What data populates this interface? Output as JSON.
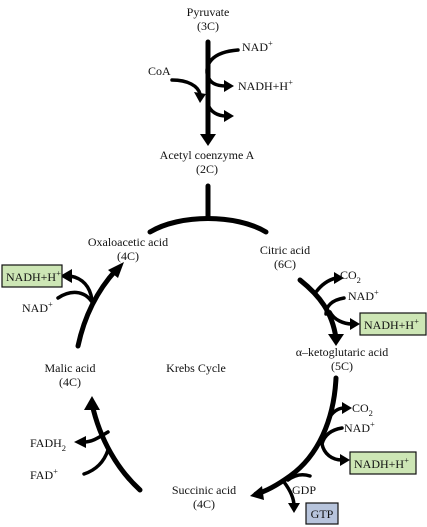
{
  "labels": {
    "pyruvate": "Pyruvate",
    "pyruvate_c": "(3C)",
    "nad_top": "NAD",
    "coa": "CoA",
    "nadh_top": "NADH+H",
    "acetyl": "Acetyl coenzyme A",
    "acetyl_c": "(2C)",
    "oxaloacetic": "Oxaloacetic acid",
    "oxaloacetic_c": "(4C)",
    "citric": "Citric acid",
    "citric_c": "(6C)",
    "nadh_left": "NADH+H",
    "nad_left": "NAD",
    "co2_a": "CO",
    "nad_r1": "NAD",
    "nadh_r1": "NADH+H",
    "akg": "α–ketoglutaric acid",
    "akg_c": "(5C)",
    "malic": "Malic acid",
    "malic_c": "(4C)",
    "krebs": "Krebs Cycle",
    "co2_b": "CO",
    "nad_r2": "NAD",
    "fadh": "FADH",
    "fad": "FAD",
    "nadh_r2": "NADH+H",
    "gdp": "GDP",
    "succinic": "Succinic acid",
    "succinic_c": "(4C)",
    "gtp": "GTP",
    "plus": "+",
    "two": "2"
  },
  "colors": {
    "nadh_box": "#cde6b5",
    "gtp_box": "#b7c4dc"
  }
}
